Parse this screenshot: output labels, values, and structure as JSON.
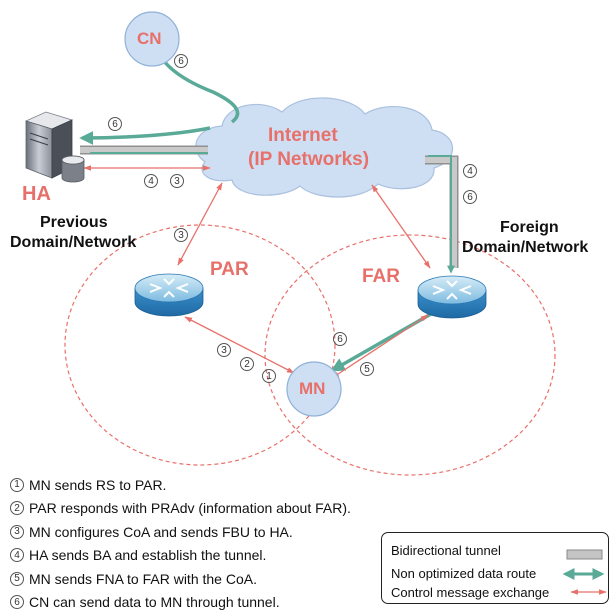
{
  "nodes": {
    "cn": "CN",
    "ha": "HA",
    "internet_line1": "Internet",
    "internet_line2": "(IP Networks)",
    "par": "PAR",
    "far": "FAR",
    "mn": "MN"
  },
  "regions": {
    "previous_line1": "Previous",
    "previous_line2": "Domain/Network",
    "foreign_line1": "Foreign",
    "foreign_line2": "Domain/Network"
  },
  "markers": {
    "cn_data": "6",
    "ha_data": "6",
    "ha_ctrl_a": "4",
    "ha_ctrl_b": "3",
    "tunnel_a": "4",
    "tunnel_b": "6",
    "par_up": "3",
    "par_mn_a": "3",
    "par_mn_b": "2",
    "par_mn_c": "1",
    "far_mn_data": "6",
    "far_mn_ctrl": "5"
  },
  "steps": [
    {
      "num": "1",
      "text": "MN sends RS to PAR."
    },
    {
      "num": "2",
      "text": "PAR responds with PRAdv (information about FAR)."
    },
    {
      "num": "3",
      "text": "MN configures CoA and sends FBU to HA."
    },
    {
      "num": "4",
      "text": "HA sends BA and establish the tunnel."
    },
    {
      "num": "5",
      "text": "MN sends FNA to FAR with the CoA."
    },
    {
      "num": "6",
      "text": "CN can send data to MN through tunnel."
    }
  ],
  "legend": {
    "tunnel": "Bidirectional tunnel",
    "data_route": "Non optimized data route",
    "control": "Control message exchange"
  },
  "colors": {
    "label_red": "#e8706a",
    "tunnel_gray": "#c4c4c4",
    "data_green": "#5aaa98",
    "control_red": "#e8706a",
    "node_blue": "#cfdff3"
  }
}
